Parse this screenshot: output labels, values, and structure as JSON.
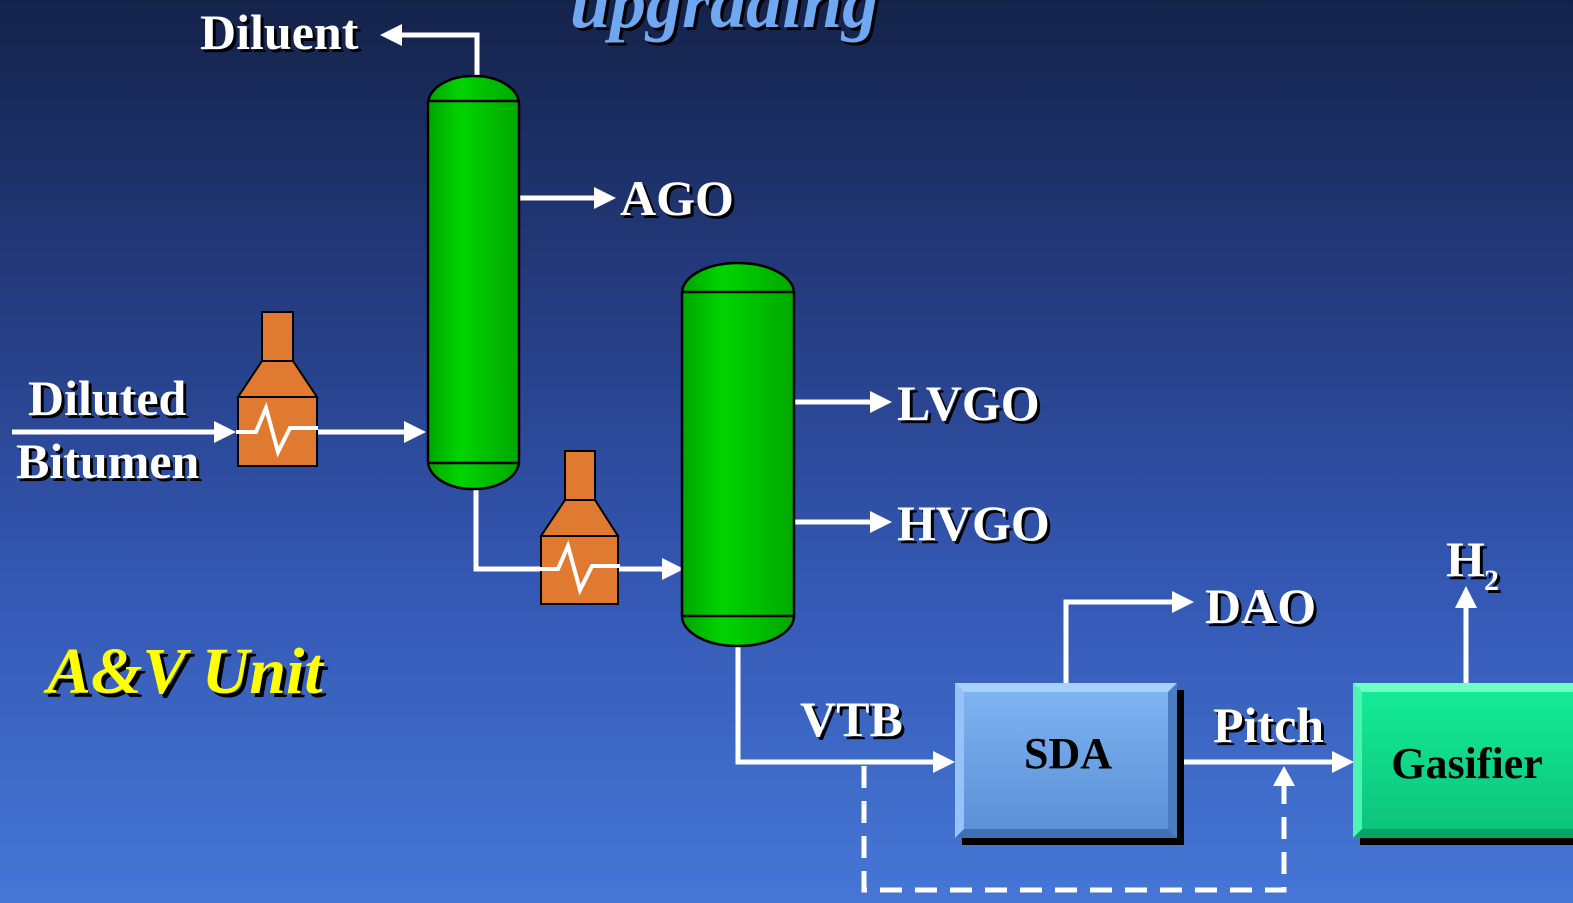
{
  "slide": {
    "title_fragment": "upgrading",
    "unit_label": "A&V Unit"
  },
  "streams": {
    "diluent": "Diluent",
    "feed_line1": "Diluted",
    "feed_line2": "Bitumen",
    "ago": "AGO",
    "lvgo": "LVGO",
    "hvgo": "HVGO",
    "vtb": "VTB",
    "dao": "DAO",
    "pitch": "Pitch",
    "h2_main": "H",
    "h2_sub": "2"
  },
  "equipment": {
    "sda": "SDA",
    "gasifier": "Gasifier"
  },
  "colors": {
    "column": "#00c800",
    "heater": "#e07a30",
    "sda_box": "#6ea6e6",
    "gasifier_box": "#11d889",
    "unit_label": "#ffff00",
    "title": "#6fa8f0"
  }
}
